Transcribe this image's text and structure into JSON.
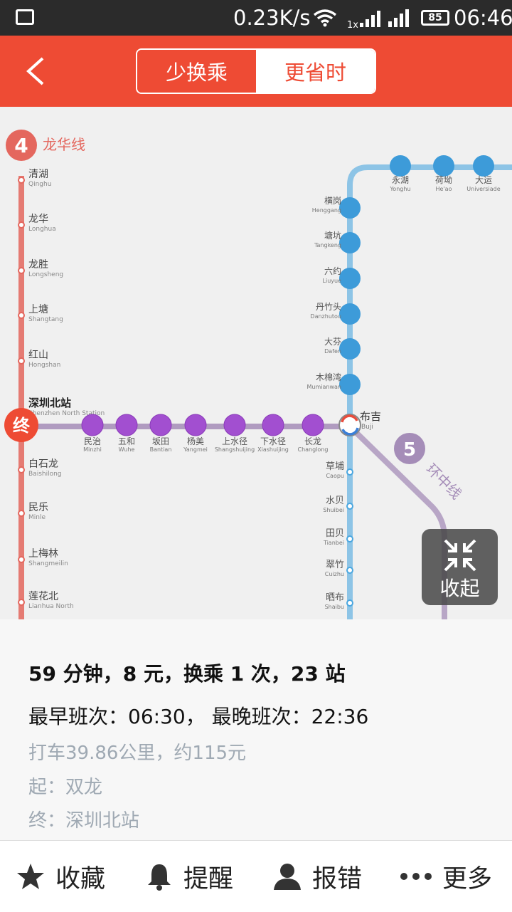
{
  "status": {
    "speed": "0.23K/s",
    "battery": "85",
    "time": "06:46",
    "net": "1x"
  },
  "tabs": {
    "fewer_transfers": "少换乘",
    "faster": "更省时"
  },
  "map": {
    "line4": {
      "badge": "4",
      "name": "龙华线",
      "stations": [
        {
          "zh": "清湖",
          "en": "Qinghu"
        },
        {
          "zh": "龙华",
          "en": "Longhua"
        },
        {
          "zh": "龙胜",
          "en": "Longsheng"
        },
        {
          "zh": "上塘",
          "en": "Shangtang"
        },
        {
          "zh": "红山",
          "en": "Hongshan"
        },
        {
          "zh": "深圳北站",
          "en": "Shenzhen North Station"
        },
        {
          "zh": "白石龙",
          "en": "Baishilong"
        },
        {
          "zh": "民乐",
          "en": "Minle"
        },
        {
          "zh": "上梅林",
          "en": "Shangmeilin"
        },
        {
          "zh": "莲花北",
          "en": "Lianhua North"
        }
      ]
    },
    "end_badge": "终",
    "line5": {
      "badge": "5",
      "name": "环中线",
      "stations": [
        {
          "zh": "民治",
          "en": "Minzhi"
        },
        {
          "zh": "五和",
          "en": "Wuhe"
        },
        {
          "zh": "坂田",
          "en": "Bantian"
        },
        {
          "zh": "杨美",
          "en": "Yangmei"
        },
        {
          "zh": "上水径",
          "en": "Shangshuijing"
        },
        {
          "zh": "下水径",
          "en": "Xiashuijing"
        },
        {
          "zh": "长龙",
          "en": "Changlong"
        }
      ]
    },
    "line3": {
      "transfer": {
        "zh": "布吉",
        "en": "Buji"
      },
      "top": [
        {
          "zh": "永湖",
          "en": "Yonghu"
        },
        {
          "zh": "荷坳",
          "en": "He'ao"
        },
        {
          "zh": "大运",
          "en": "Universiade"
        }
      ],
      "route": [
        {
          "zh": "横岗",
          "en": "Henggang"
        },
        {
          "zh": "塘坑",
          "en": "Tangkeng"
        },
        {
          "zh": "六约",
          "en": "Liuyue"
        },
        {
          "zh": "丹竹头",
          "en": "Danzhutou"
        },
        {
          "zh": "大芬",
          "en": "Dafen"
        },
        {
          "zh": "木棉湾",
          "en": "Mumianwan"
        }
      ],
      "south": [
        {
          "zh": "草埔",
          "en": "Caopu"
        },
        {
          "zh": "水贝",
          "en": "Shuibei"
        },
        {
          "zh": "田贝",
          "en": "Tianbei"
        },
        {
          "zh": "翠竹",
          "en": "Cuizhu"
        },
        {
          "zh": "晒布",
          "en": "Shaibu"
        }
      ]
    },
    "collapse_label": "收起"
  },
  "summary": {
    "line1": "59 分钟，8 元，换乘 1 次，23 站",
    "line2": "最早班次：06:30， 最晚班次：22:36",
    "taxi": "打车39.86公里，约115元",
    "start": "起：双龙",
    "end": "终：深圳北站"
  },
  "actions": {
    "favorite": "收藏",
    "remind": "提醒",
    "report": "报错",
    "more": "更多"
  },
  "colors": {
    "accent": "#ee4b34",
    "line4": "#e4675e",
    "line5": "#a58db8",
    "line3": "#4ba7e0"
  }
}
